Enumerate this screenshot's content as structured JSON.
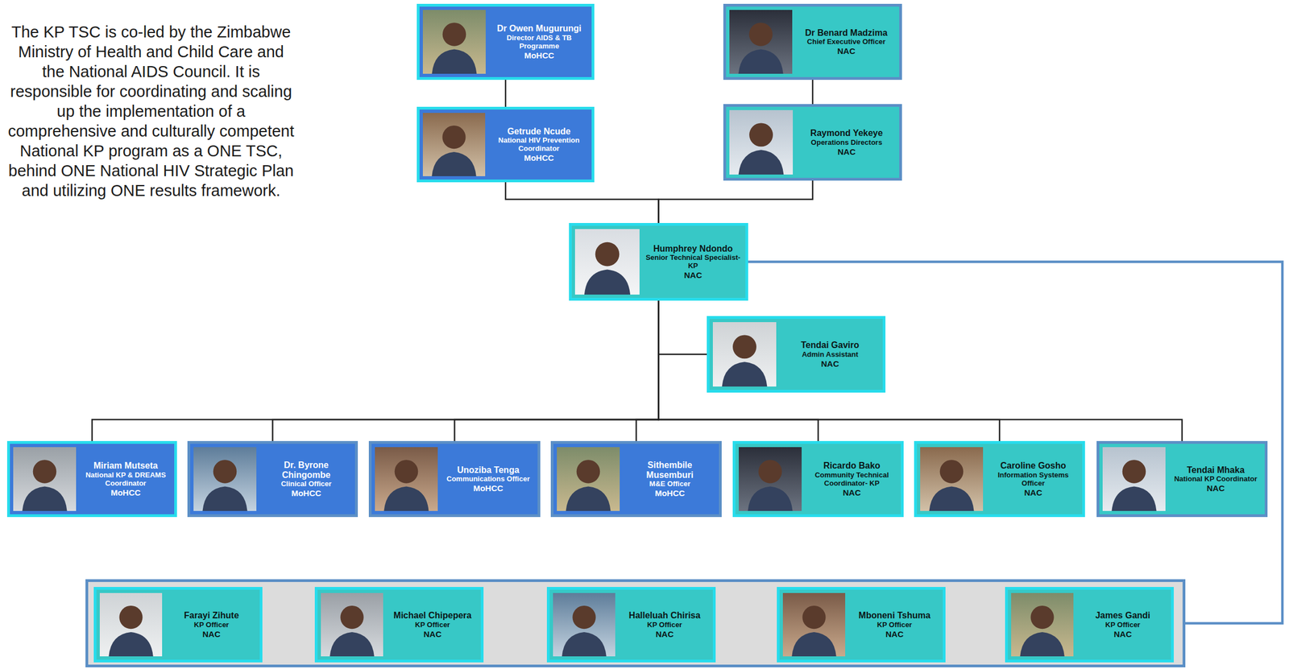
{
  "diagram": {
    "nodes": [
      {
        "text": [
          "Dr Owen Mugurungi",
          "Director AIDS & TB Programme",
          "MoHCC"
        ]
      },
      {
        "text": [
          "Dr Benard Madzima",
          "Chief Executive Officer",
          "NAC"
        ]
      },
      {
        "text": [
          "Getrude Ncude",
          "National HIV Prevention Coordinator",
          "MoHCC"
        ]
      },
      {
        "text": [
          "Raymond Yekeye",
          "Operations Directors",
          "NAC"
        ]
      },
      {
        "text": [
          "Humphrey Ndondo",
          "Senior Technical Specialist- KP",
          "NAC"
        ]
      },
      {
        "text": [
          "Tendai Gaviro",
          "Admin Assistant",
          "NAC"
        ]
      },
      {
        "text": [
          "Miriam Mutseta",
          "National KP & DREAMS Coordinator",
          "MoHCC"
        ]
      },
      {
        "text": [
          "Dr. Byrone Chingombe",
          "Clinical Officer",
          "MoHCC"
        ]
      },
      {
        "text": [
          "Unoziba Tenga",
          "Communications Officer",
          "MoHCC"
        ]
      },
      {
        "text": [
          "Sithembile Musemburi",
          "M&E Officer",
          "MoHCC"
        ]
      },
      {
        "text": [
          "Ricardo Bako",
          "Community Technical Coordinator- KP",
          "NAC"
        ]
      },
      {
        "text": [
          "Caroline Gosho",
          "Information Systems Officer",
          "NAC"
        ]
      },
      {
        "text": [
          "Tendai Mhaka",
          "National KP Coordinator",
          "NAC"
        ]
      },
      {
        "text": []
      },
      {
        "text": [
          "Farayi Zihute",
          "KP Officer",
          "NAC"
        ],
        "in": 13
      },
      {
        "text": [
          "Michael Chipepera",
          "KP Officer",
          "NAC"
        ],
        "in": 13
      },
      {
        "text": [
          "Halleluah Chirisa",
          "KP Officer",
          "NAC"
        ],
        "in": 13
      },
      {
        "text": [
          "Mboneni Tshuma",
          "KP Officer",
          "NAC"
        ],
        "in": 13
      },
      {
        "text": [
          "James Gandi",
          "KP Officer",
          "NAC"
        ],
        "in": 13
      }
    ],
    "edges": [
      {
        "from": 0,
        "to": 2,
        "arrow": "none"
      },
      {
        "from": 1,
        "to": 3,
        "arrow": "none"
      },
      {
        "from": 2,
        "to": 4,
        "arrow": "none"
      },
      {
        "from": 3,
        "to": 4,
        "arrow": "none"
      },
      {
        "from": 4,
        "to": 5,
        "arrow": "none"
      },
      {
        "from": 4,
        "to": 6,
        "arrow": "none"
      },
      {
        "from": 4,
        "to": 7,
        "arrow": "none"
      },
      {
        "from": 4,
        "to": 8,
        "arrow": "none"
      },
      {
        "from": 4,
        "to": 9,
        "arrow": "none"
      },
      {
        "from": 4,
        "to": 10,
        "arrow": "none"
      },
      {
        "from": 4,
        "to": 11,
        "arrow": "none"
      },
      {
        "from": 4,
        "to": 12,
        "arrow": "none"
      },
      {
        "from": 4,
        "to": 13,
        "arrow": "none"
      }
    ],
    "labels": [
      "The KP TSC is co-led by the Zimbabwe Ministry of Health and Child Care and the National AIDS Council. It is responsible for coordinating and scaling up the implementation of a comprehensive and culturally competent National KP program as a ONE TSC, behind ONE National HIV Strategic Plan and utilizing ONE results framework."
    ]
  }
}
